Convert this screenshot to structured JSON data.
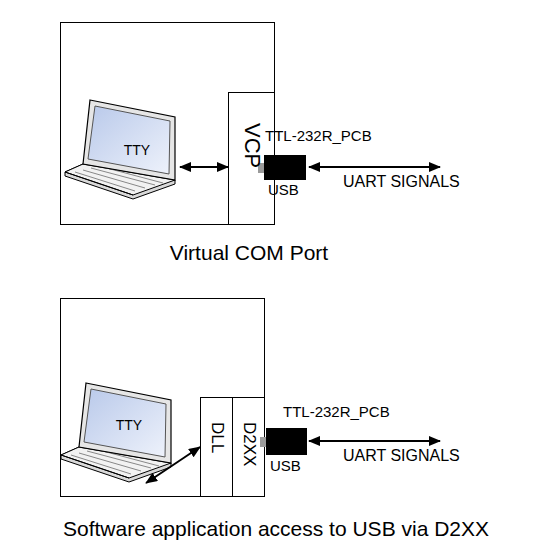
{
  "diagram": {
    "nodes": [
      {
        "text": [
          "Virtual COM Port"
        ]
      },
      {
        "text": [
          "TTY"
        ],
        "in": 0
      },
      {
        "text": [
          "VCP"
        ],
        "in": 0
      },
      {
        "text": [
          "TTL-232R_PCB",
          "USB"
        ]
      },
      {
        "text": [
          "Software application access to USB via D2XX"
        ]
      },
      {
        "text": [
          "TTY"
        ],
        "in": 4
      },
      {
        "text": [
          "DLL"
        ],
        "in": 4
      },
      {
        "text": [
          "D2XX"
        ],
        "in": 4
      },
      {
        "text": [
          "TTL-232R_PCB",
          "USB"
        ]
      }
    ],
    "edges": [
      {
        "from": 1,
        "to": 2,
        "arrow": "both"
      },
      {
        "from": 5,
        "to": 6,
        "arrow": "both"
      }
    ],
    "labels": [
      "UART SIGNALS",
      "UART SIGNALS"
    ]
  }
}
